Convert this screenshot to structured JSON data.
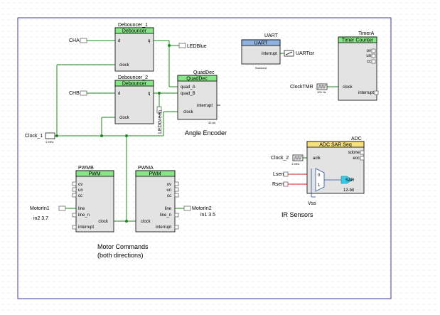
{
  "debouncer1": {
    "instance": "Debouncer_1",
    "type": "Debouncer",
    "pin_d": "d",
    "pin_q": "q",
    "pin_clock": "clock"
  },
  "debouncer2": {
    "instance": "Debouncer_2",
    "type": "Debouncer",
    "pin_d": "d",
    "pin_q": "q",
    "pin_clock": "clock"
  },
  "quaddec": {
    "instance": "QuadDec",
    "type": "QuadDec",
    "pin_a": "quad_A",
    "pin_b": "quad_B",
    "pin_clock": "clock",
    "pin_interrupt": "interrupt",
    "footer": "32-bit"
  },
  "uart": {
    "instance": "UART",
    "type": "UART",
    "pin_interrupt": "interrupt",
    "footer": "Standard",
    "isr_label": "UARTisr"
  },
  "timer": {
    "instance": "TimerA",
    "type": "Timer Counter",
    "pin_ov": "ov",
    "pin_un": "un",
    "pin_cc": "cc",
    "pin_clock": "clock",
    "pin_interrupt": "interrupt",
    "clock_name": "ClockTMR",
    "clock_freq": "100 Hz"
  },
  "adc": {
    "instance": "ADC",
    "type": "ADC SAR Seq",
    "pin_aclk": "aclk",
    "pin_sdone": "sdone",
    "pin_eoc": "eoc",
    "mux_0": "0",
    "mux_1": "1",
    "sar": "SAR",
    "bits": "12-bit",
    "vss": "Vss",
    "clock_name": "Clock_2",
    "clock_freq": "1 MHz",
    "input_lsens": "Lsens",
    "input_rsens": "Rsens"
  },
  "pwmb": {
    "instance": "PWMB",
    "type": "PWM",
    "pin_ov": "ov",
    "pin_un": "un",
    "pin_cc": "cc",
    "pin_line": "line",
    "pin_line_n": "line_n",
    "pin_interrupt": "interrupt",
    "pin_clock": "clock",
    "out_pin": "MotorIn1",
    "out_note": "in2 3.7"
  },
  "pwma": {
    "instance": "PWMA",
    "type": "PWM",
    "pin_ov": "ov",
    "pin_un": "un",
    "pin_cc": "cc",
    "pin_line": "line",
    "pin_line_n": "line_n",
    "pin_interrupt": "interrupt",
    "pin_clock": "clock",
    "out_pin": "MotorIn2",
    "out_note": "in1 3.5"
  },
  "pins": {
    "cha": "CHA",
    "chb": "CHB",
    "led_blue": "LEDBlue",
    "led_green": "LEDGreen"
  },
  "clock1": {
    "name": "Clock_1",
    "freq": "1 MHz"
  },
  "annotations": {
    "angle_encoder": "Angle Encoder",
    "ir_sensors": "IR Sensors",
    "motor_line1": "Motor Commands",
    "motor_line2": "(both directions)"
  },
  "colors": {
    "wire": "#1d8a1d",
    "analog_wire": "#cc1e1e",
    "border": "#3b3b9e",
    "component_header": "#86e686",
    "uart_header": "#8fb3de",
    "adc_header": "#f5e27a",
    "sar": "#3cc9e6"
  }
}
